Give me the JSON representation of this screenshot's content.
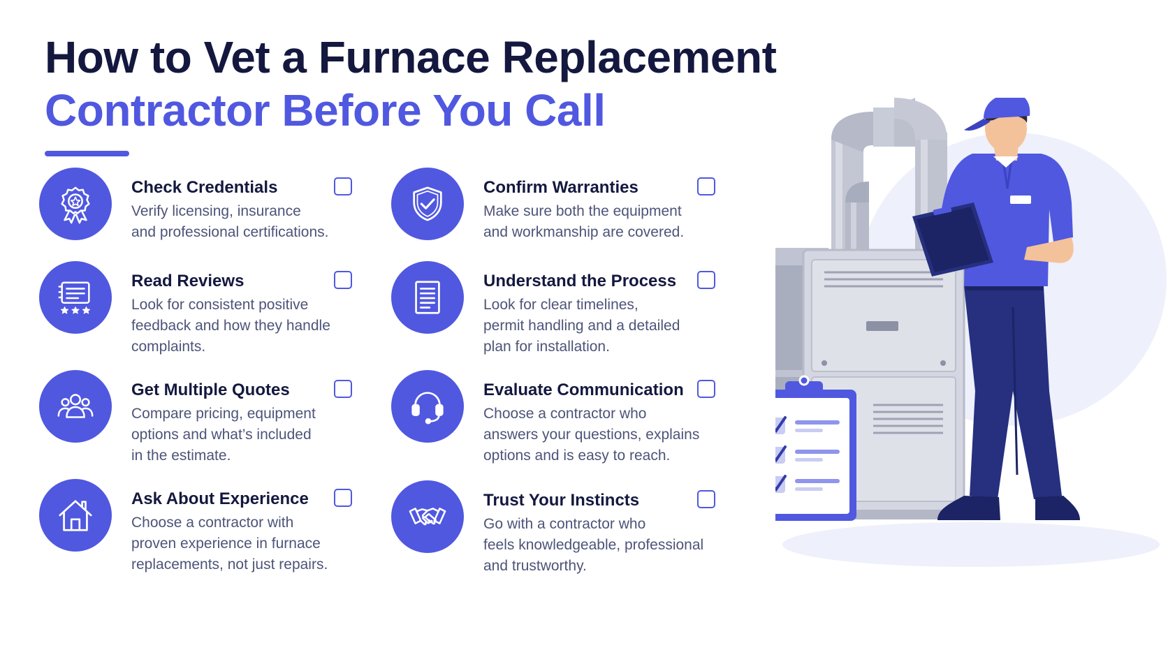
{
  "title": {
    "line1": "How to Vet a Furnace Replacement",
    "line2": "Contractor Before You Call"
  },
  "colors": {
    "accent": "#5058e0",
    "heading": "#14183f",
    "body": "#4d5478",
    "navy": "#26307f",
    "light_blob": "#eef0fb"
  },
  "items_left": [
    {
      "title": "Check Credentials",
      "desc": "Verify licensing, insurance\nand professional certifications.",
      "icon": "award-ribbon-icon"
    },
    {
      "title": "Read Reviews",
      "desc": "Look for consistent positive\nfeedback and how they handle\ncomplaints.",
      "icon": "review-stars-icon"
    },
    {
      "title": "Get Multiple Quotes",
      "desc": "Compare pricing, equipment\noptions and what’s included\nin the estimate.",
      "icon": "people-group-icon"
    },
    {
      "title": "Ask About Experience",
      "desc": "Choose a contractor with\nproven experience in furnace\nreplacements, not just repairs.",
      "icon": "house-icon"
    }
  ],
  "items_right": [
    {
      "title": "Confirm Warranties",
      "desc": "Make sure both the equipment\nand workmanship are covered.",
      "icon": "shield-check-icon"
    },
    {
      "title": "Understand the Process",
      "desc": "Look for clear timelines,\npermit handling and a detailed\nplan for installation.",
      "icon": "document-icon"
    },
    {
      "title": "Evaluate Communication",
      "desc": "Choose a contractor who\nanswers your questions, explains\noptions and is easy to reach.",
      "icon": "headset-icon"
    },
    {
      "title": "Trust Your Instincts",
      "desc": "Go with a contractor who\nfeels knowledgeable, professional\nand trustworthy.",
      "icon": "handshake-icon"
    }
  ],
  "illustration": {
    "icon": "technician-furnace-illustration",
    "clipboard_checks": 3
  }
}
